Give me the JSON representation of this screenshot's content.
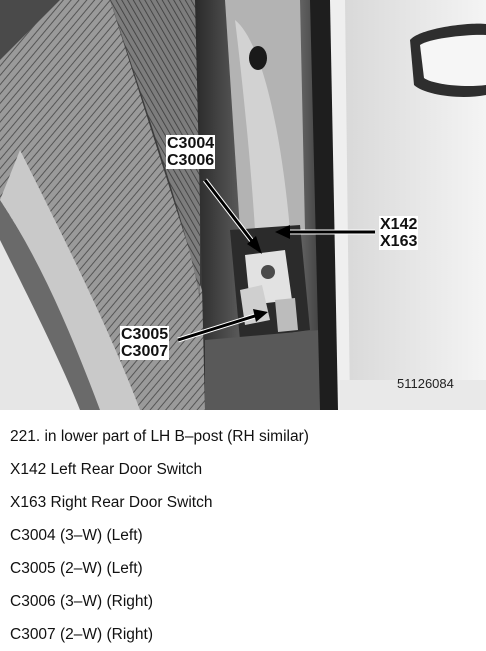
{
  "figure": {
    "callouts": {
      "top": [
        "C3004",
        "C3006"
      ],
      "right": [
        "X142",
        "X163"
      ],
      "bottom": [
        "C3005",
        "C3007"
      ]
    },
    "figure_number": "51126084"
  },
  "legend": {
    "lines": [
      "221. in lower part of LH B–post  (RH similar)",
      "X142 Left Rear Door Switch",
      "X163 Right Rear Door Switch",
      "C3004 (3–W) (Left)",
      "C3005 (2–W) (Left)",
      "C3006 (3–W) (Right)",
      "C3007 (2–W) (Right)"
    ]
  }
}
